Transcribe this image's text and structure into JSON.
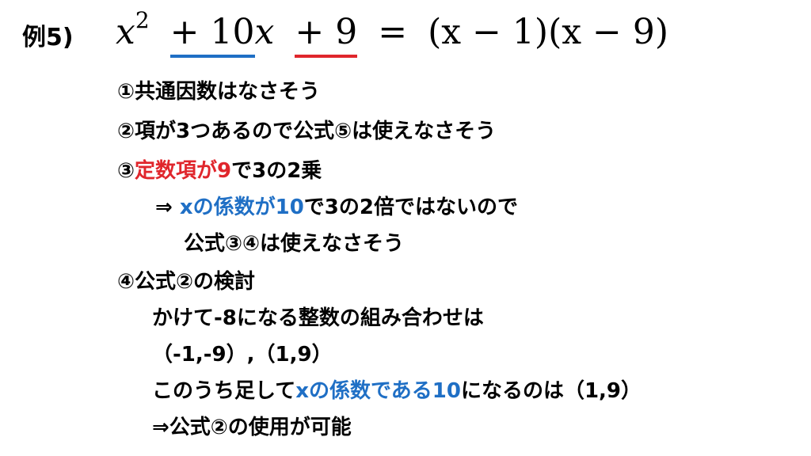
{
  "example_label": "例5)",
  "equation": {
    "x": "x",
    "exp": "2",
    "plus1": "+",
    "coef10": "10",
    "x2": "x",
    "plus2": "+",
    "const9": "9",
    "eq": "=",
    "factor1": "(x − 1)",
    "factor2": "(x − 9)"
  },
  "steps": {
    "s1": "①共通因数はなさそう",
    "s2": "②項が3つあるので公式⑤は使えなさそう",
    "s3_prefix": "③",
    "s3_red": "定数項が9",
    "s3_rest": "で3の2乗",
    "s3a_arrow": "⇒ ",
    "s3a_blue": "xの係数が10",
    "s3a_rest": "で3の2倍ではないので",
    "s3b": "公式③④は使えなさそう",
    "s4": "④公式②の検討",
    "s4a": "かけて-8になる整数の組み合わせは",
    "s4b": "（-1,-9）,（1,9）",
    "s4c_prefix": "このうち足して",
    "s4c_blue": "xの係数である10",
    "s4c_rest": "になるのは（1,9）",
    "s4d": "⇒公式②の使用が可能"
  },
  "colors": {
    "red": "#e0262c",
    "blue": "#1f6fc5"
  }
}
